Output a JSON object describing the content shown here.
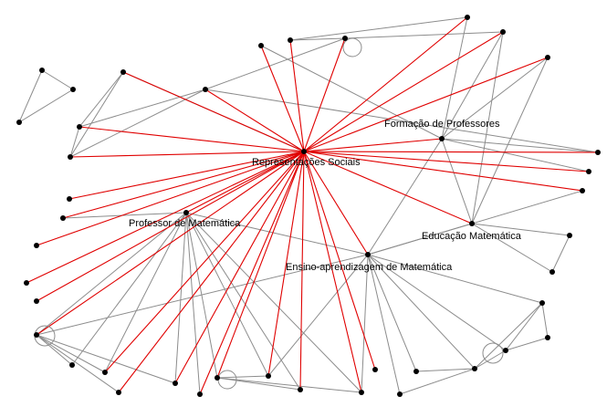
{
  "colors": {
    "background": "#ffffff",
    "highlight_edge": "#e00000",
    "normal_edge": "#8c8c8c",
    "node": "#000000",
    "label_text": "#000000"
  },
  "labels": {
    "representacoes": "Representações Sociais",
    "formacao": "Formação de Professores",
    "professor": "Professor de Matemática",
    "educacao": "Educação Matemática",
    "ensino": "Ensino-aprendizagem de Matemática"
  }
}
